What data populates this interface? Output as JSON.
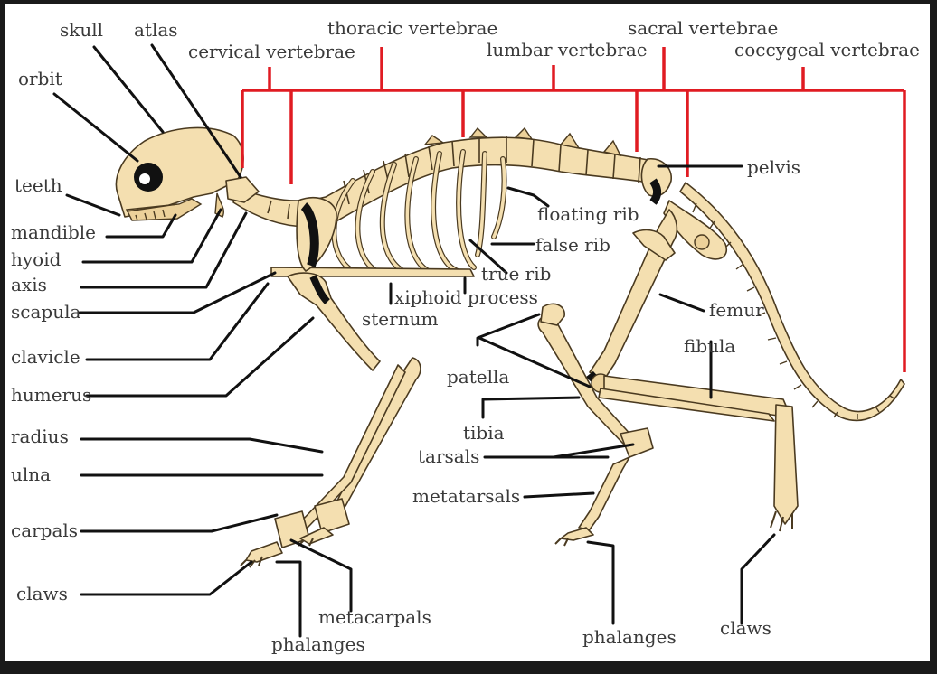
{
  "labels": {
    "skull": "skull",
    "atlas": "atlas",
    "orbit": "orbit",
    "cervical_vertebrae": "cervical vertebrae",
    "thoracic_vertebrae": "thoracic vertebrae",
    "lumbar_vertebrae": "lumbar vertebrae",
    "sacral_vertebrae": "sacral vertebrae",
    "coccygeal_vertebrae": "coccygeal vertebrae",
    "teeth": "teeth",
    "mandible": "mandible",
    "hyoid": "hyoid",
    "axis": "axis",
    "scapula": "scapula",
    "clavicle": "clavicle",
    "humerus": "humerus",
    "radius": "radius",
    "ulna": "ulna",
    "carpals": "carpals",
    "claws_front": "claws",
    "phalanges_front": "phalanges",
    "metacarpals": "metacarpals",
    "sternum": "sternum",
    "xiphoid_process": "xiphoid process",
    "true_rib": "true rib",
    "false_rib": "false rib",
    "floating_rib": "floating rib",
    "pelvis": "pelvis",
    "femur": "femur",
    "fibula": "fibula",
    "patella": "patella",
    "tibia": "tibia",
    "tarsals": "tarsals",
    "metatarsals": "metatarsals",
    "phalanges_hind": "phalanges",
    "claws_hind": "claws"
  },
  "colors": {
    "bracket": "#e01b22",
    "leader": "#111111",
    "bone": "#f4dfb0",
    "outline": "#4a3a20"
  }
}
